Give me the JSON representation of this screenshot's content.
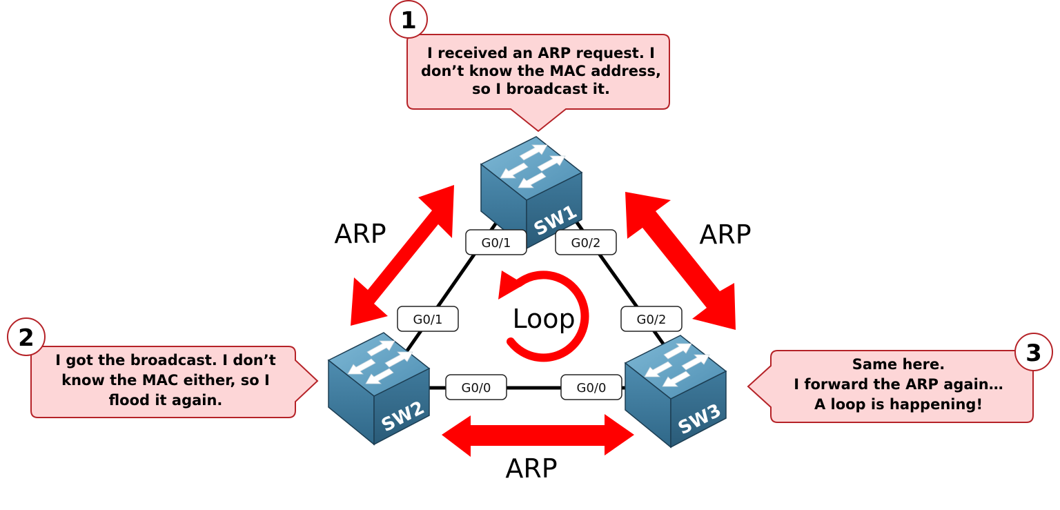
{
  "diagram": {
    "title": "Switching loop with ARP broadcast",
    "colors": {
      "arrow": "#ff0000",
      "bubble_fill": "#fdd6d7",
      "bubble_border": "#b52227",
      "switch_top": "#6aa9c9",
      "switch_side": "#3f7fa3",
      "link": "#000000"
    },
    "switches": [
      {
        "id": "SW1",
        "label": "SW1"
      },
      {
        "id": "SW2",
        "label": "SW2"
      },
      {
        "id": "SW3",
        "label": "SW3"
      }
    ],
    "ports": {
      "sw1_g01": "G0/1",
      "sw1_g02": "G0/2",
      "sw2_g01": "G0/1",
      "sw2_g00": "G0/0",
      "sw3_g02": "G0/2",
      "sw3_g00": "G0/0"
    },
    "links": [
      {
        "from": "SW1",
        "from_port": "G0/1",
        "to": "SW2",
        "to_port": "G0/1"
      },
      {
        "from": "SW1",
        "from_port": "G0/2",
        "to": "SW3",
        "to_port": "G0/2"
      },
      {
        "from": "SW2",
        "from_port": "G0/0",
        "to": "SW3",
        "to_port": "G0/0"
      }
    ],
    "arrow_labels": {
      "left": "ARP",
      "right": "ARP",
      "bottom": "ARP"
    },
    "loop_label": "Loop",
    "callouts": [
      {
        "number": "1",
        "lines": [
          "I received an ARP request. I",
          "don’t know the MAC address,",
          "so I broadcast it."
        ]
      },
      {
        "number": "2",
        "lines": [
          "I got the broadcast. I don’t",
          "know the MAC either, so I",
          "flood it again."
        ]
      },
      {
        "number": "3",
        "lines": [
          "Same here.",
          "I forward the ARP again…",
          "A loop is happening!"
        ]
      }
    ]
  }
}
